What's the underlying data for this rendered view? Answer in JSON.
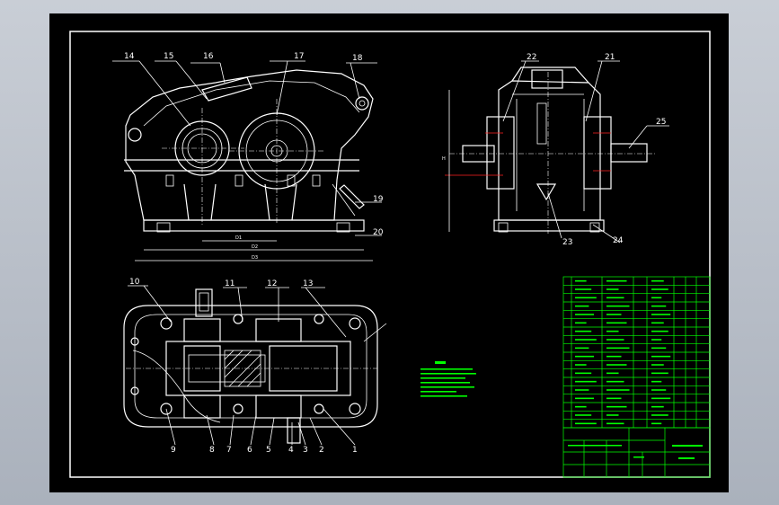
{
  "colors": {
    "paper": "#000000",
    "line": "#ffffff",
    "notes": "#00ff00",
    "hidden": "#ff2020",
    "viewport_bg": "#b8bec8"
  },
  "labels": {
    "front": [
      "14",
      "15",
      "16",
      "17",
      "18",
      "19",
      "20"
    ],
    "side": [
      "22",
      "21",
      "25",
      "23",
      "24"
    ],
    "plan_top": [
      "10",
      "11",
      "12",
      "13"
    ],
    "plan_bottom": [
      "9",
      "8",
      "7",
      "6",
      "5",
      "4",
      "3",
      "2",
      "1"
    ]
  },
  "dims": {
    "front_a": "D1",
    "front_b": "D2",
    "front_c": "D3",
    "side_h": "H"
  }
}
